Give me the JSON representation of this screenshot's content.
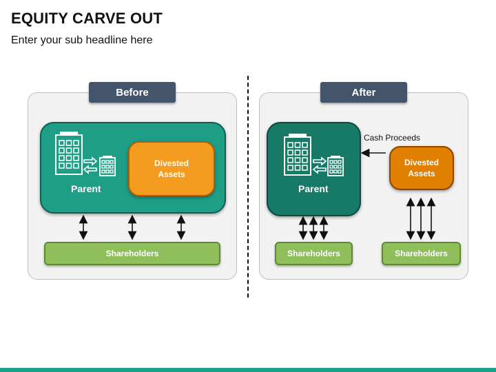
{
  "header": {
    "title": "EQUITY CARVE OUT",
    "subtitle": "Enter your sub headline here"
  },
  "before": {
    "tab_label": "Before",
    "parent_label": "Parent",
    "assets_label_line1": "Divested",
    "assets_label_line2": "Assets",
    "shareholders_label": "Shareholders"
  },
  "after": {
    "tab_label": "After",
    "parent_label": "Parent",
    "assets_label_line1": "Divested",
    "assets_label_line2": "Assets",
    "cash_label": "Cash Proceeds",
    "shareholders_left_label": "Shareholders",
    "shareholders_right_label": "Shareholders"
  },
  "colors": {
    "teal": "#1e9e87",
    "dark_teal": "#167a66",
    "orange": "#f39c1f",
    "dark_orange": "#e07f00",
    "green": "#8fbf5a",
    "tab": "#44546a",
    "panel": "#f2f2f2"
  },
  "icons": [
    "building-icon",
    "transfer-arrows-icon",
    "small-building-icon"
  ]
}
